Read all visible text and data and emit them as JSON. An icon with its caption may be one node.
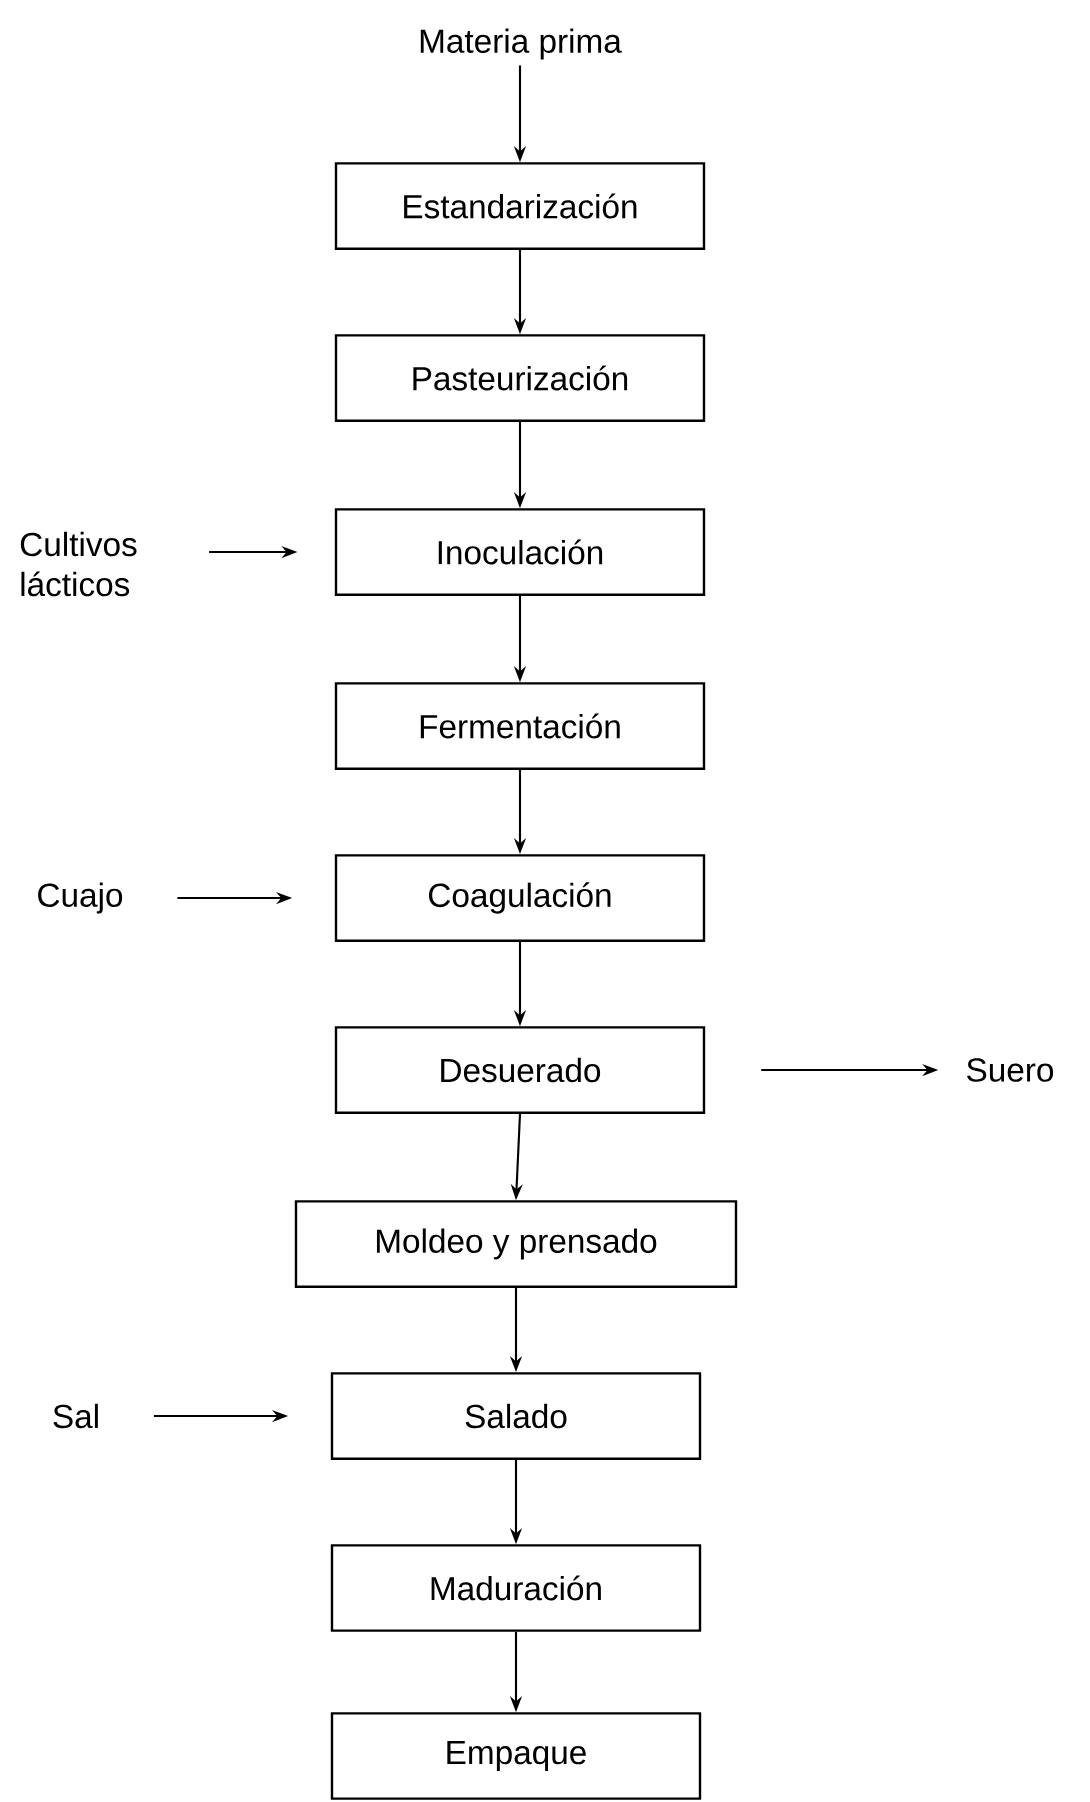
{
  "diagram": {
    "nodes": [
      {
        "text": [
          "Materia prima"
        ]
      },
      {
        "text": [
          "Estandarización"
        ]
      },
      {
        "text": [
          "Pasteurización"
        ]
      },
      {
        "text": [
          "Cultivos lácticos"
        ]
      },
      {
        "text": [
          "Inoculación"
        ]
      },
      {
        "text": [
          "Fermentación"
        ]
      },
      {
        "text": [
          "Cuajo"
        ]
      },
      {
        "text": [
          "Coagulación"
        ]
      },
      {
        "text": [
          "Desuerado"
        ]
      },
      {
        "text": [
          "Suero"
        ]
      },
      {
        "text": [
          "Moldeo y prensado"
        ]
      },
      {
        "text": [
          "Sal"
        ]
      },
      {
        "text": [
          "Salado"
        ]
      },
      {
        "text": [
          "Maduración"
        ]
      },
      {
        "text": [
          "Empaque"
        ]
      }
    ],
    "edges": [
      {
        "from": 0,
        "to": 1,
        "arrow": "to"
      },
      {
        "from": 1,
        "to": 2,
        "arrow": "to"
      },
      {
        "from": 2,
        "to": 4,
        "arrow": "to"
      },
      {
        "from": 3,
        "to": 4,
        "arrow": "to"
      },
      {
        "from": 4,
        "to": 5,
        "arrow": "to"
      },
      {
        "from": 5,
        "to": 7,
        "arrow": "to"
      },
      {
        "from": 6,
        "to": 7,
        "arrow": "to"
      },
      {
        "from": 7,
        "to": 8,
        "arrow": "to"
      },
      {
        "from": 8,
        "to": 9,
        "arrow": "to"
      },
      {
        "from": 8,
        "to": 10,
        "arrow": "to"
      },
      {
        "from": 10,
        "to": 12,
        "arrow": "to"
      },
      {
        "from": 11,
        "to": 12,
        "arrow": "to"
      },
      {
        "from": 12,
        "to": 13,
        "arrow": "to"
      },
      {
        "from": 13,
        "to": 14,
        "arrow": "to"
      }
    ]
  }
}
